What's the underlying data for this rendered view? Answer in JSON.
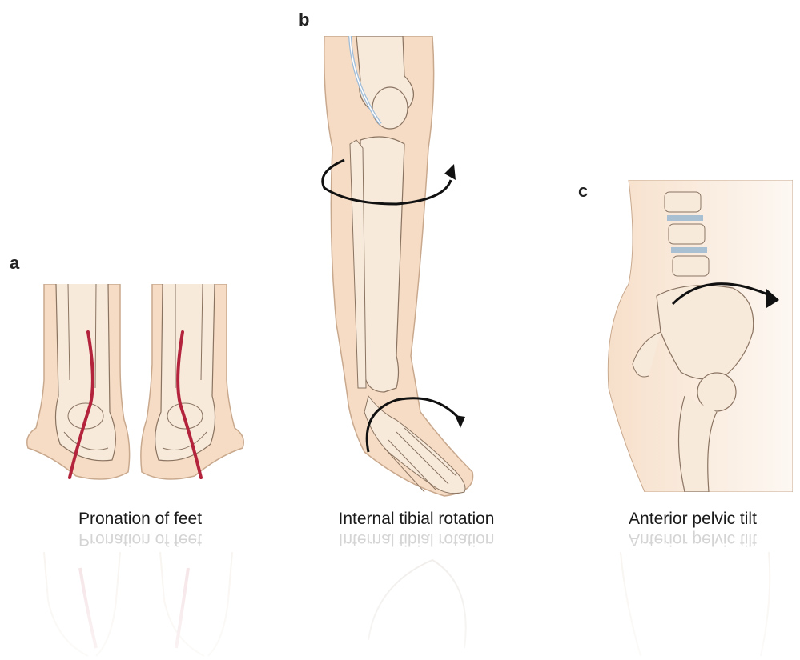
{
  "panels": [
    {
      "letter": "a",
      "caption": "Pronation of feet"
    },
    {
      "letter": "b",
      "caption": "Internal tibial rotation"
    },
    {
      "letter": "c",
      "caption": "Anterior pelvic tilt"
    }
  ],
  "colors": {
    "skin_fill": "#f6dcc4",
    "skin_outline": "#c9a98e",
    "bone_fill": "#f7eadb",
    "bone_outline": "#8a7360",
    "achilles_line": "#b3243c",
    "vessel": "#9fbcd8",
    "arrow": "#111111",
    "disc": "#a9bfd2"
  }
}
